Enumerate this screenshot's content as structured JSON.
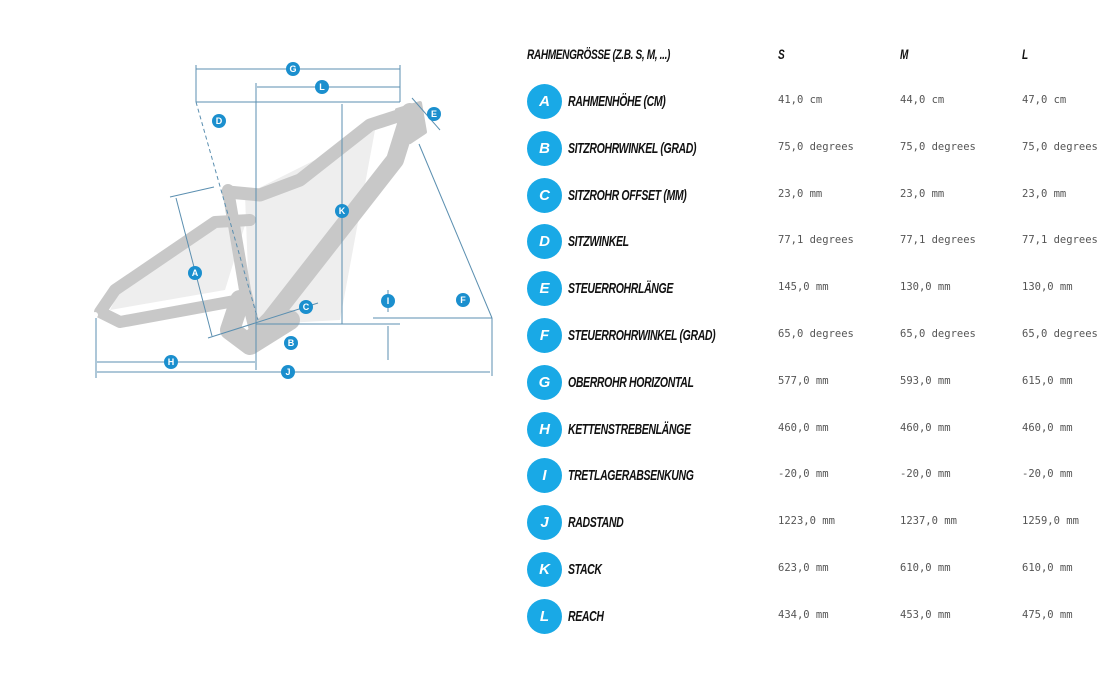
{
  "header": {
    "size_label": "RAHMENGRÖSSE (Z.B. S, M, ...)",
    "sizes": [
      "S",
      "M",
      "L"
    ]
  },
  "rows": [
    {
      "letter": "A",
      "label": "RAHMENHÖHE (CM)",
      "values": [
        "41,0 cm",
        "44,0 cm",
        "47,0 cm"
      ]
    },
    {
      "letter": "B",
      "label": "SITZROHRWINKEL (GRAD)",
      "values": [
        "75,0 degrees",
        "75,0 degrees",
        "75,0 degrees"
      ]
    },
    {
      "letter": "C",
      "label": "SITZROHR OFFSET (MM)",
      "values": [
        "23,0 mm",
        "23,0 mm",
        "23,0 mm"
      ]
    },
    {
      "letter": "D",
      "label": "SITZWINKEL",
      "values": [
        "77,1 degrees",
        "77,1 degrees",
        "77,1 degrees"
      ]
    },
    {
      "letter": "E",
      "label": "STEUERROHRLÄNGE",
      "values": [
        "145,0 mm",
        "130,0 mm",
        "130,0 mm"
      ]
    },
    {
      "letter": "F",
      "label": "STEUERROHRWINKEL (GRAD)",
      "values": [
        "65,0 degrees",
        "65,0 degrees",
        "65,0 degrees"
      ]
    },
    {
      "letter": "G",
      "label": "OBERROHR HORIZONTAL",
      "values": [
        "577,0 mm",
        "593,0 mm",
        "615,0 mm"
      ]
    },
    {
      "letter": "H",
      "label": "KETTENSTREBENLÄNGE",
      "values": [
        "460,0 mm",
        "460,0 mm",
        "460,0 mm"
      ]
    },
    {
      "letter": "I",
      "label": "TRETLAGERABSENKUNG",
      "values": [
        "-20,0 mm",
        "-20,0 mm",
        "-20,0 mm"
      ]
    },
    {
      "letter": "J",
      "label": "RADSTAND",
      "values": [
        "1223,0 mm",
        "1237,0 mm",
        "1259,0 mm"
      ]
    },
    {
      "letter": "K",
      "label": "STACK",
      "values": [
        "623,0 mm",
        "610,0 mm",
        "610,0 mm"
      ]
    },
    {
      "letter": "L",
      "label": "REACH",
      "values": [
        "434,0 mm",
        "453,0 mm",
        "475,0 mm"
      ]
    }
  ],
  "diagram": {
    "labels": {
      "A": "A",
      "B": "B",
      "C": "C",
      "D": "D",
      "E": "E",
      "F": "F",
      "G": "G",
      "H": "H",
      "I": "I",
      "J": "J",
      "K": "K",
      "L": "L"
    }
  },
  "colors": {
    "accent": "#19a9e6",
    "frame": "#c8c8c8",
    "fill": "#ececec",
    "line": "#5b8fb0"
  }
}
